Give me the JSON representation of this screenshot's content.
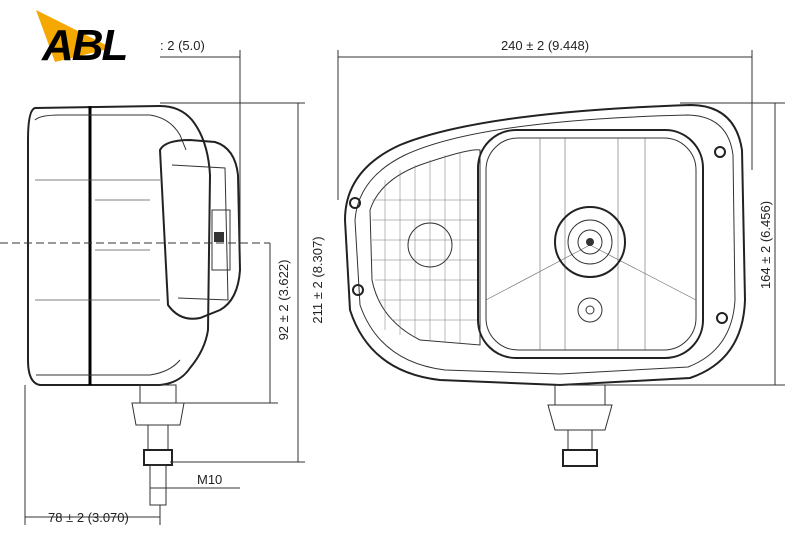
{
  "logo": {
    "text": "ABL",
    "accent_color": "#f5a800"
  },
  "dimensions": {
    "top_left": ": 2 (5.0)",
    "width": "240 ± 2 (9.448)",
    "total_height": "211 ± 2 (8.307)",
    "mount_height": "92 ± 2 (3.622)",
    "lens_height": "164 ± 2 (6.456)",
    "thread": "M10",
    "depth": "78 ± 2 (3.070)"
  }
}
